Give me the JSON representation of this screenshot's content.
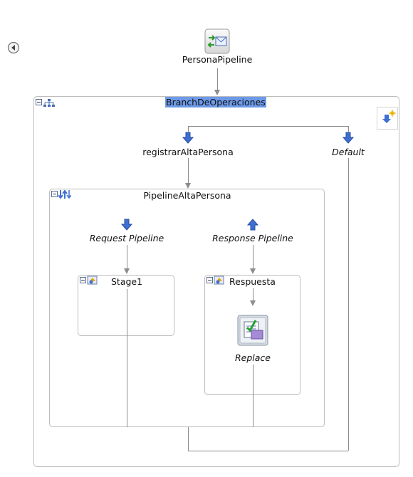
{
  "pipeline": {
    "label": "PersonaPipeline"
  },
  "branch": {
    "title": "BranchDeOperaciones",
    "branches": [
      {
        "label": "registrarAltaPersona",
        "italic": false
      },
      {
        "label": "Default",
        "italic": true
      }
    ]
  },
  "pair": {
    "title": "PipelineAltaPersona"
  },
  "request": {
    "label": "Request Pipeline",
    "stage": "Stage1"
  },
  "response": {
    "label": "Response Pipeline",
    "stage": "Respuesta",
    "action": "Replace"
  },
  "icons": [
    "back-icon",
    "pipeline-icon",
    "branch-node-icon",
    "add-branch-icon",
    "down-arrow-icon",
    "up-arrow-icon",
    "pipeline-pair-icon",
    "stage-icon",
    "replace-icon",
    "collapse-icon"
  ],
  "colors": {
    "selection": "#6d9ae8",
    "border": "#bdbdbd",
    "connector": "#8c8c8c",
    "arrow_blue": "#3f6fd2"
  }
}
